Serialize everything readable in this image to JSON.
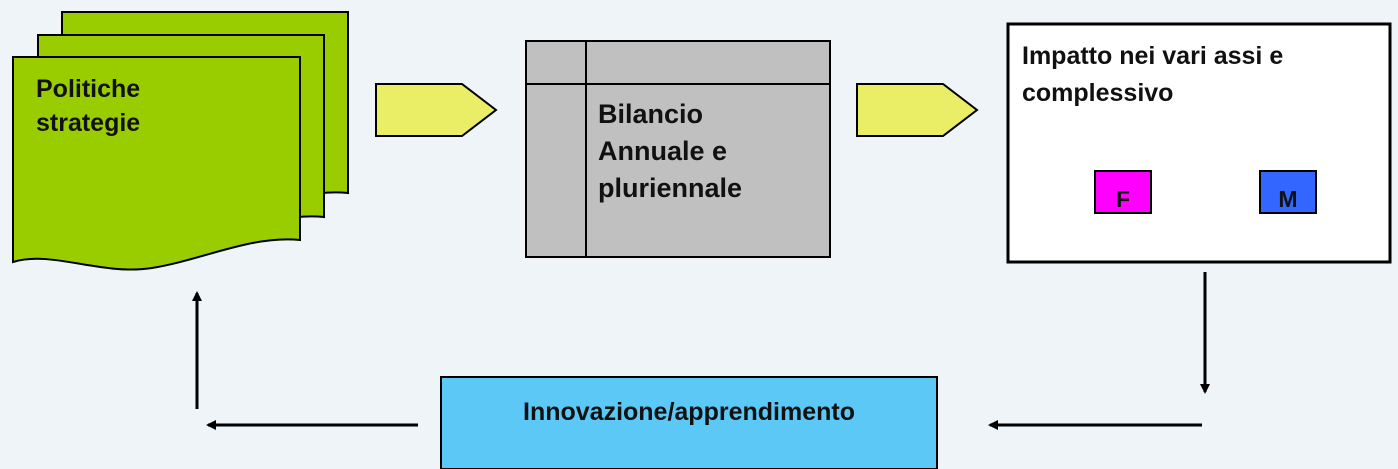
{
  "document": {
    "lines": [
      "Politiche",
      "strategie"
    ],
    "color": "#9acd00"
  },
  "budget": {
    "lines": [
      "Bilancio",
      "Annuale e",
      "pluriennale"
    ],
    "color": "#c0c0c0"
  },
  "impact": {
    "lines": [
      "Impatto nei vari assi e",
      "complessivo"
    ],
    "badges": [
      {
        "label": "F",
        "color": "#ff00ff"
      },
      {
        "label": "M",
        "color": "#3366ff"
      }
    ]
  },
  "innovation": {
    "label": "Innovazione/apprendimento",
    "color": "#5bc8f5"
  },
  "arrow_color": "#eaee66"
}
